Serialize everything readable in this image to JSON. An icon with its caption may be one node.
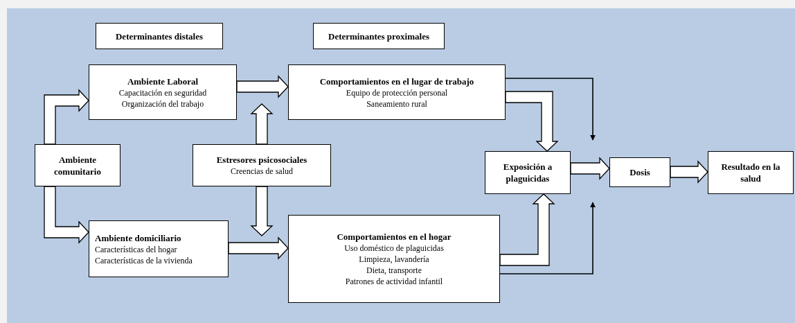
{
  "diagram": {
    "nodes": [
      {
        "text": [
          "Determinantes distales"
        ]
      },
      {
        "text": [
          "Determinantes proximales"
        ]
      },
      {
        "text": [
          "Ambiente Laboral",
          "Capacitación en seguridad",
          "Organización del trabajo"
        ]
      },
      {
        "text": [
          "Comportamientos en el lugar de trabajo",
          "Equipo de protección personal",
          "Saneamiento rural"
        ]
      },
      {
        "text": [
          "Ambiente comunitario"
        ]
      },
      {
        "text": [
          "Estresores psicosociales",
          "Creencias de salud"
        ]
      },
      {
        "text": [
          "Exposición a plaguicidas"
        ]
      },
      {
        "text": [
          "Dosis"
        ]
      },
      {
        "text": [
          "Resultado en la salud"
        ]
      },
      {
        "text": [
          "Ambiente domiciliario",
          "Características del hogar",
          "Características de la vivienda"
        ]
      },
      {
        "text": [
          "Comportamientos en el hogar",
          "Uso doméstico de plaguicidas",
          "Limpieza, lavandería",
          "Dieta, transporte",
          "Patrones de actividad infantil"
        ]
      }
    ],
    "edges": [
      {
        "from": 4,
        "to": 2,
        "arrow": "to",
        "style": "thick"
      },
      {
        "from": 4,
        "to": 9,
        "arrow": "to",
        "style": "thick"
      },
      {
        "from": 2,
        "to": 3,
        "arrow": "to",
        "style": "thick"
      },
      {
        "from": 5,
        "to": null,
        "arrow": "to",
        "style": "thick"
      },
      {
        "from": 5,
        "to": null,
        "arrow": "to",
        "style": "thick"
      },
      {
        "from": 9,
        "to": 10,
        "arrow": "to",
        "style": "thick"
      },
      {
        "from": 3,
        "to": 6,
        "arrow": "to",
        "style": "thick"
      },
      {
        "from": 10,
        "to": 6,
        "arrow": "to",
        "style": "thick"
      },
      {
        "from": 3,
        "to": null,
        "arrow": "to"
      },
      {
        "from": 10,
        "to": null,
        "arrow": "to"
      },
      {
        "from": 6,
        "to": 7,
        "arrow": "to",
        "style": "thick"
      },
      {
        "from": 7,
        "to": 8,
        "arrow": "to",
        "style": "thick"
      }
    ]
  }
}
